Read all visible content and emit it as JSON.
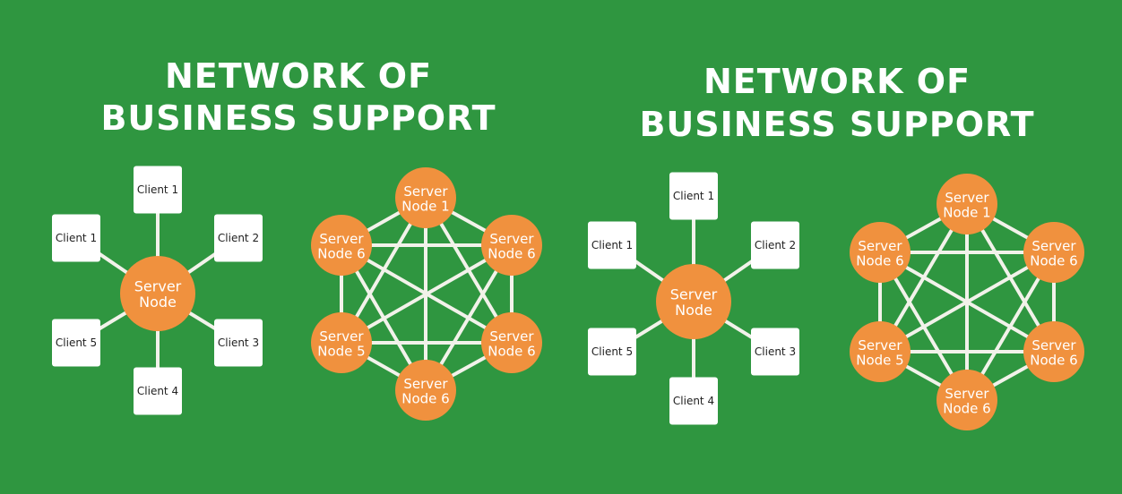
{
  "colors": {
    "background": "#2f9640",
    "node": "#f0913e",
    "link": "#f2f2ea",
    "client_box": "#ffffff",
    "title": "#ffffff"
  },
  "panels": [
    {
      "title_line1": "NETWORK OF",
      "title_line2": "BUSINESS SUPPORT",
      "star": {
        "center": {
          "line1": "Server",
          "line2": "Node"
        },
        "clients": [
          "Client 1",
          "Client 2",
          "Client 3",
          "Client 4",
          "Client 5",
          "Client 1"
        ]
      },
      "mesh": {
        "nodes": [
          {
            "line1": "Server",
            "line2": "Node 1"
          },
          {
            "line1": "Server",
            "line2": "Node 6"
          },
          {
            "line1": "Server",
            "line2": "Node 6"
          },
          {
            "line1": "Server",
            "line2": "Node 6"
          },
          {
            "line1": "Server",
            "line2": "Node 5"
          },
          {
            "line1": "Server",
            "line2": "Node 6"
          }
        ]
      }
    },
    {
      "title_line1": "NETWORK OF",
      "title_line2": "BUSINESS SUPPORT",
      "star": {
        "center": {
          "line1": "Server",
          "line2": "Node"
        },
        "clients": [
          "Client 1",
          "Client 2",
          "Client 3",
          "Client 4",
          "Client 5",
          "Client 1"
        ]
      },
      "mesh": {
        "nodes": [
          {
            "line1": "Server",
            "line2": "Node 1"
          },
          {
            "line1": "Server",
            "line2": "Node 6"
          },
          {
            "line1": "Server",
            "line2": "Node 6"
          },
          {
            "line1": "Server",
            "line2": "Node 6"
          },
          {
            "line1": "Server",
            "line2": "Node 5"
          },
          {
            "line1": "Server",
            "line2": "Node 6"
          }
        ]
      }
    }
  ]
}
